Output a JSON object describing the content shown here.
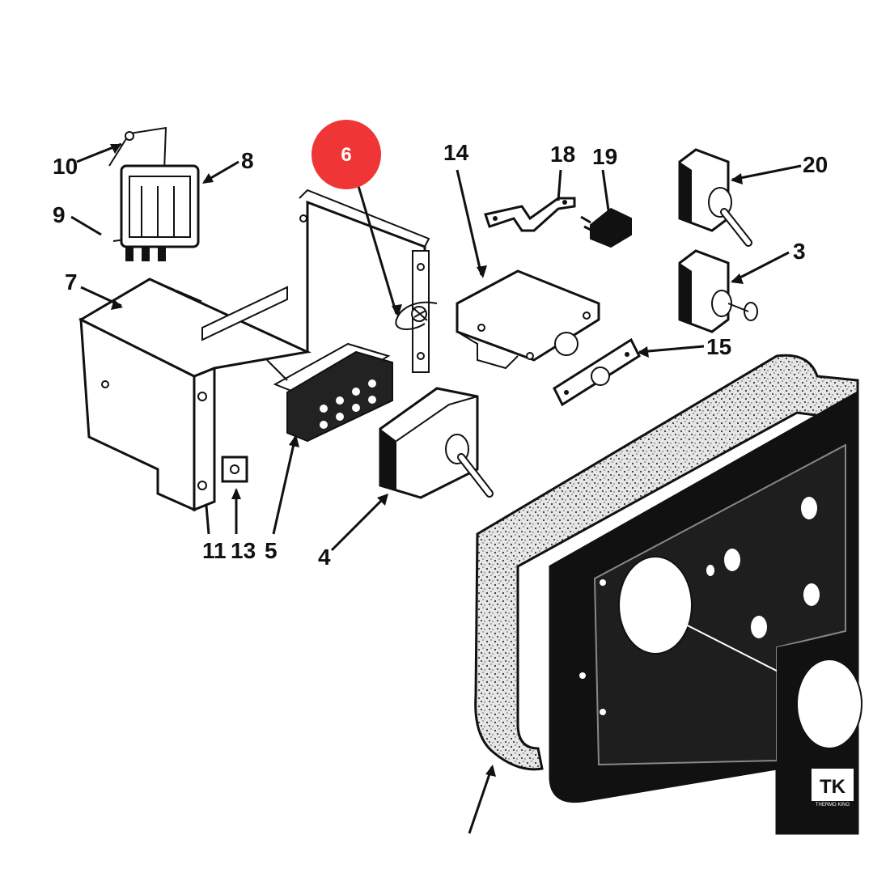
{
  "diagram": {
    "highlight_color": "#ef3535",
    "callout": {
      "text": "6"
    },
    "labels": {
      "p3": "3",
      "p4": "4",
      "p5": "5",
      "p7": "7",
      "p8": "8",
      "p9": "9",
      "p10": "10",
      "p11": "11",
      "p13": "13",
      "p14": "14",
      "p15": "15",
      "p18": "18",
      "p19": "19",
      "p20": "20"
    },
    "faceplate_logo": "TK",
    "faceplate_logo_sub": "THERMO KING"
  }
}
